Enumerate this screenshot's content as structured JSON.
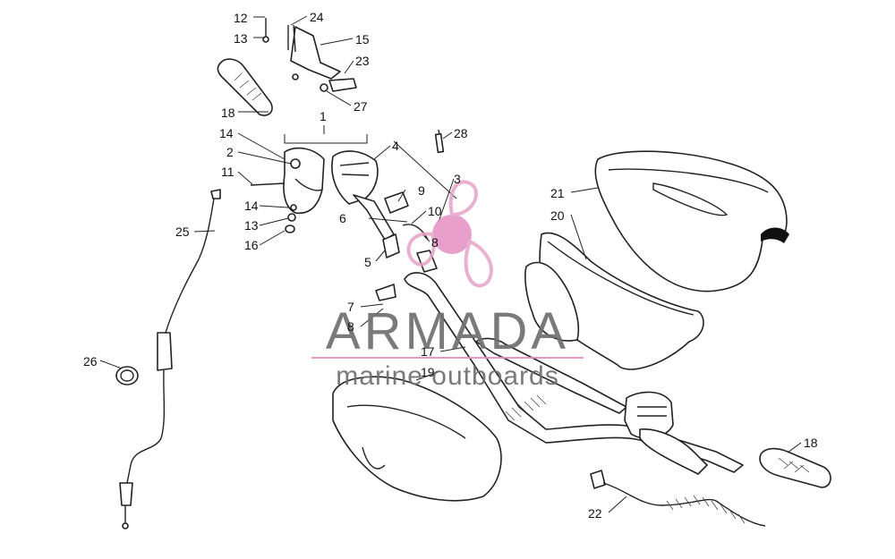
{
  "labels": [
    {
      "id": "c12",
      "text": "12"
    },
    {
      "id": "c24",
      "text": "24"
    },
    {
      "id": "c13a",
      "text": "13"
    },
    {
      "id": "c15",
      "text": "15"
    },
    {
      "id": "c23",
      "text": "23"
    },
    {
      "id": "c18a",
      "text": "18"
    },
    {
      "id": "c27",
      "text": "27"
    },
    {
      "id": "c1",
      "text": "1"
    },
    {
      "id": "c14a",
      "text": "14"
    },
    {
      "id": "c4",
      "text": "4"
    },
    {
      "id": "c28",
      "text": "28"
    },
    {
      "id": "c2",
      "text": "2"
    },
    {
      "id": "c11",
      "text": "11"
    },
    {
      "id": "c3",
      "text": "3"
    },
    {
      "id": "c9",
      "text": "9"
    },
    {
      "id": "c21",
      "text": "21"
    },
    {
      "id": "c10",
      "text": "10"
    },
    {
      "id": "c20",
      "text": "20"
    },
    {
      "id": "c14b",
      "text": "14"
    },
    {
      "id": "c6",
      "text": "6"
    },
    {
      "id": "c13b",
      "text": "13"
    },
    {
      "id": "c25",
      "text": "25"
    },
    {
      "id": "c8a",
      "text": "8"
    },
    {
      "id": "c16",
      "text": "16"
    },
    {
      "id": "c5",
      "text": "5"
    },
    {
      "id": "c7",
      "text": "7"
    },
    {
      "id": "c8b",
      "text": "8"
    },
    {
      "id": "c17",
      "text": "17"
    },
    {
      "id": "c26",
      "text": "26"
    },
    {
      "id": "c19",
      "text": "19"
    },
    {
      "id": "c18b",
      "text": "18"
    },
    {
      "id": "c22",
      "text": "22"
    }
  ],
  "watermark": {
    "brand": "ARMADA",
    "tagline": "marine outboards"
  },
  "colors": {
    "line": "#222222",
    "watermark_text": "#6f6f6f",
    "logo_pink": "#e6a3c8",
    "logo_dot": "#e48fc3"
  }
}
